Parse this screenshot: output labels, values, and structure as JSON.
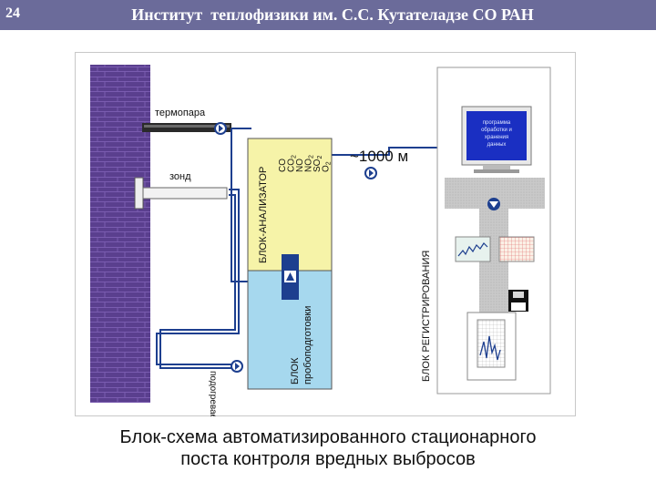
{
  "header": {
    "slide_number": "24",
    "title": "Институт  теплофизики им. С.С. Кутателадзе СО РАН"
  },
  "diagram": {
    "labels": {
      "thermocouple": "термопара",
      "probe": "зонд",
      "heated_line": "подогреваемая линия",
      "analyzer_block": "БЛОК-АНАЛИЗАТОР",
      "prep_block_line1": "БЛОК",
      "prep_block_line2": "пробоподготовки",
      "distance": "~1000 м",
      "registration_block": "БЛОК РЕГИСТРИРОВАНИЯ"
    },
    "gases": [
      {
        "base": "CO",
        "sub": ""
      },
      {
        "base": "CO",
        "sub": "2"
      },
      {
        "base": "NO",
        "sub": ""
      },
      {
        "base": "NO",
        "sub": "2"
      },
      {
        "base": "SO",
        "sub": "2"
      },
      {
        "base": "O",
        "sub": "2"
      }
    ],
    "monitor_text": [
      "программа",
      "обработки и",
      "хранения",
      "данных"
    ]
  },
  "caption": {
    "line1": "Блок-схема автоматизированного стационарного",
    "line2": "поста контроля вредных выбросов"
  },
  "colors": {
    "header_bg": "#6b6b9a",
    "wall": "#5a3f8e",
    "analyzer": "#f6f3a8",
    "prep": "#a6d8ee",
    "pipe": "#1d3f8f",
    "registration_band": "#c9c9c9"
  }
}
